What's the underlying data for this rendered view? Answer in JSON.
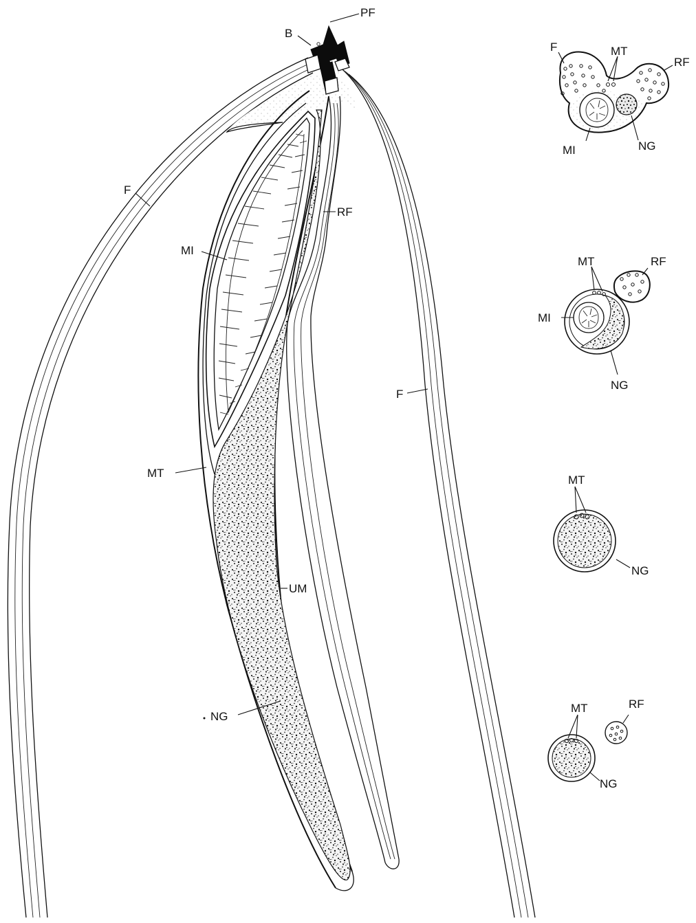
{
  "figure": {
    "main_labels": {
      "pf": "PF",
      "b": "B",
      "f_left": "F",
      "f_right": "F",
      "rf": "RF",
      "mi": "MI",
      "mt": "MT",
      "um": "UM",
      "ng": "NG"
    },
    "sections": [
      {
        "labels": {
          "f": "F",
          "mt": "MT",
          "rf": "RF",
          "mi": "MI",
          "ng": "NG"
        }
      },
      {
        "labels": {
          "mt": "MT",
          "rf": "RF",
          "mi": "MI",
          "ng": "NG"
        }
      },
      {
        "labels": {
          "mt": "MT",
          "ng": "NG"
        }
      },
      {
        "labels": {
          "mt": "MT",
          "rf": "RF",
          "ng": "NG"
        }
      }
    ]
  }
}
